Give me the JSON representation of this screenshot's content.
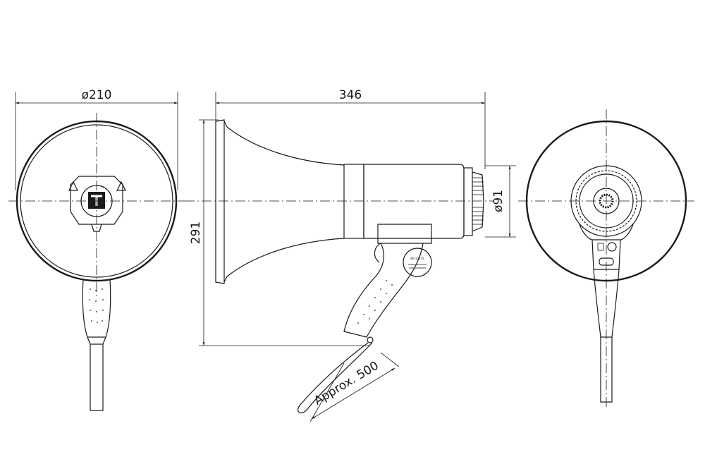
{
  "dimensions": {
    "front_diameter": "ø210",
    "length": "346",
    "height": "291",
    "rear_diameter": "ø91",
    "cord_length": "Approx. 500"
  },
  "label_plate": {
    "model": "ER-1215S"
  }
}
